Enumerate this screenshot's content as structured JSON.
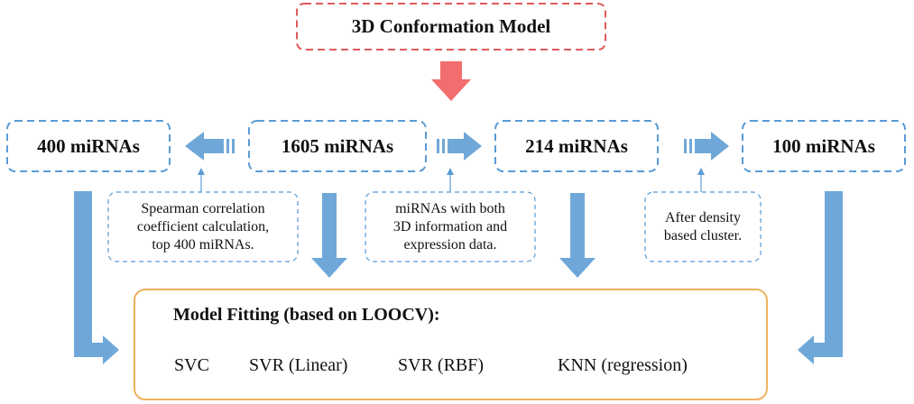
{
  "title": "3D Conformation Model",
  "nodes": {
    "left": "400 miRNAs",
    "center": "1605 miRNAs",
    "middle": "214 miRNAs",
    "right": "100 miRNAs"
  },
  "notes": {
    "spearman": [
      "Spearman correlation",
      "coefficient calculation,",
      "top 400 miRNAs."
    ],
    "both": [
      "miRNAs with both",
      "3D information and",
      "expression data."
    ],
    "density": [
      "After density",
      "based cluster."
    ]
  },
  "model_fitting": {
    "title": "Model Fitting (based on LOOCV):",
    "methods": [
      "SVC",
      "SVR (Linear)",
      "SVR (RBF)",
      "KNN (regression)"
    ]
  },
  "colors": {
    "title_border": "#e05a5a",
    "down_arrow": "#f26d6d",
    "blue": "#6fa8d8",
    "blue_border": "#5b9bd5",
    "fit_border": "#f0b060"
  }
}
